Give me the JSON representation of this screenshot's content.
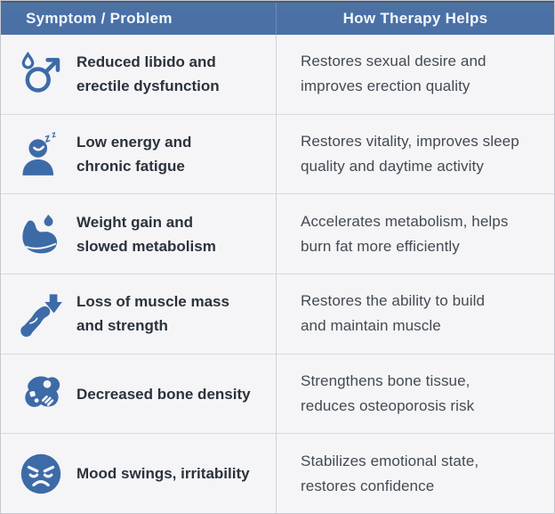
{
  "header": {
    "left": "Symptom / Problem",
    "right": "How Therapy Helps"
  },
  "rows": [
    {
      "icon": "male-symbol-droplet-icon",
      "symptom": "Reduced libido and\nerectile dysfunction",
      "therapy": "Restores sexual desire and\nimproves erection quality"
    },
    {
      "icon": "sleepy-person-fatigue-icon",
      "symptom": "Low energy and\nchronic fatigue",
      "therapy": "Restores vitality, improves sleep\nquality and daytime activity"
    },
    {
      "icon": "bicep-flame-metabolism-icon",
      "symptom": "Weight gain and\nslowed metabolism",
      "therapy": "Accelerates metabolism, helps\nburn fat more efficiently"
    },
    {
      "icon": "muscle-loss-down-arrow-icon",
      "symptom": "Loss of muscle mass\nand strength",
      "therapy": "Restores the ability to build\nand maintain muscle"
    },
    {
      "icon": "porous-bone-icon",
      "symptom": "Decreased bone density",
      "therapy": "Strengthens bone tissue,\nreduces osteoporosis risk"
    },
    {
      "icon": "angry-face-icon",
      "symptom": "Mood swings, irritability",
      "therapy": "Stabilizes emotional state,\nrestores confidence"
    }
  ],
  "colors": {
    "header_bg": "#4a70a5",
    "header_text": "#f3f7fb",
    "body_bg": "#f5f5f7",
    "icon_blue": "#3d6ba7",
    "symptom_text": "#2b323c",
    "therapy_text": "#434a54",
    "row_divider": "#d8d9de",
    "column_divider": "#c9d3e1"
  }
}
